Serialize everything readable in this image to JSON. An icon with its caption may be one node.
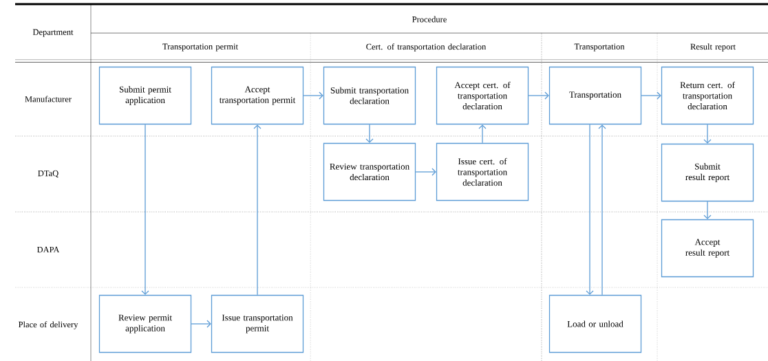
{
  "diagram": {
    "nodes": [
      {
        "text": [
          "Submit permit application"
        ]
      },
      {
        "text": [
          "Accept transportation permit"
        ]
      },
      {
        "text": [
          "Submit transportation declaration"
        ]
      },
      {
        "text": [
          "Accept cert. of transportation declaration"
        ]
      },
      {
        "text": [
          "Transportation"
        ]
      },
      {
        "text": [
          "Return cert. of transportation declaration"
        ]
      },
      {
        "text": [
          "Review transportation declaration"
        ]
      },
      {
        "text": [
          "Issue cert. of transportation declaration"
        ]
      },
      {
        "text": [
          "Submit result report"
        ]
      },
      {
        "text": [
          "Accept result report"
        ]
      },
      {
        "text": [
          "Review permit application"
        ]
      },
      {
        "text": [
          "Issue transportation permit"
        ]
      },
      {
        "text": [
          "Load or unload"
        ]
      }
    ],
    "edges": [
      {
        "from": 0,
        "to": 10,
        "arrow": "to"
      },
      {
        "from": 10,
        "to": 11,
        "arrow": "to"
      },
      {
        "from": 11,
        "to": 1,
        "arrow": "to"
      },
      {
        "from": 1,
        "to": 2,
        "arrow": "to"
      },
      {
        "from": 2,
        "to": 6,
        "arrow": "to"
      },
      {
        "from": 6,
        "to": 7,
        "arrow": "to"
      },
      {
        "from": 7,
        "to": 3,
        "arrow": "to"
      },
      {
        "from": 3,
        "to": 4,
        "arrow": "to"
      },
      {
        "from": 4,
        "to": 12,
        "arrow": "to"
      },
      {
        "from": 12,
        "to": 4,
        "arrow": "to"
      },
      {
        "from": 4,
        "to": 5,
        "arrow": "to"
      },
      {
        "from": 5,
        "to": 8,
        "arrow": "to"
      },
      {
        "from": 8,
        "to": 9,
        "arrow": "to"
      }
    ],
    "labels": [
      "Department",
      "Procedure",
      "Transportation permit",
      "Cert. of transportation declaration",
      "Transportation",
      "Result report",
      "Manufacturer",
      "DTaQ",
      "DAPA",
      "Place of delivery"
    ]
  }
}
